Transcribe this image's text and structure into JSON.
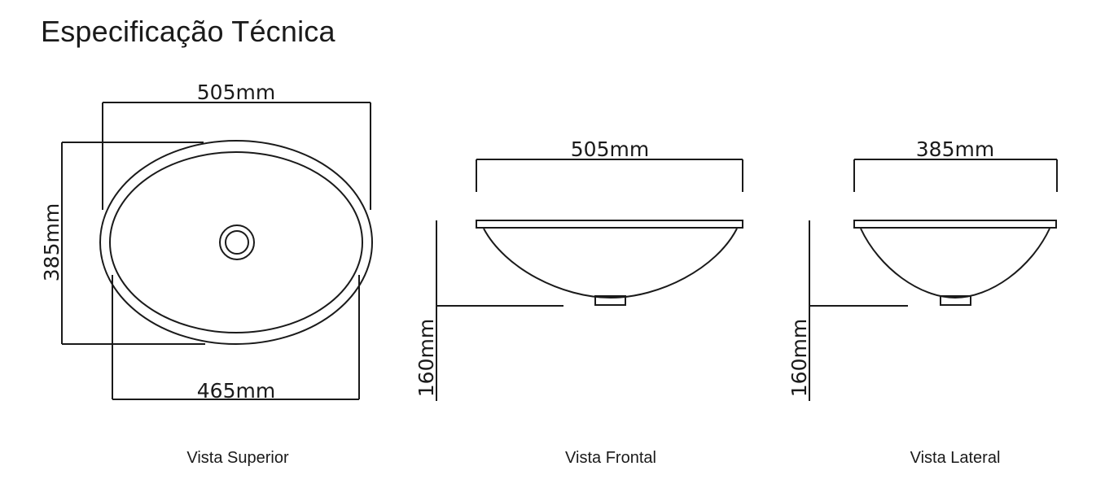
{
  "title": "Especificação Técnica",
  "views": {
    "top": {
      "caption": "Vista Superior",
      "overall_length": "505mm",
      "overall_width": "385mm",
      "inner_length": "465mm"
    },
    "front": {
      "caption": "Vista Frontal",
      "length": "505mm",
      "height": "160mm"
    },
    "side": {
      "caption": "Vista Lateral",
      "width": "385mm",
      "height": "160mm"
    }
  },
  "colors": {
    "line": "#1a1a1a",
    "background": "#ffffff"
  }
}
